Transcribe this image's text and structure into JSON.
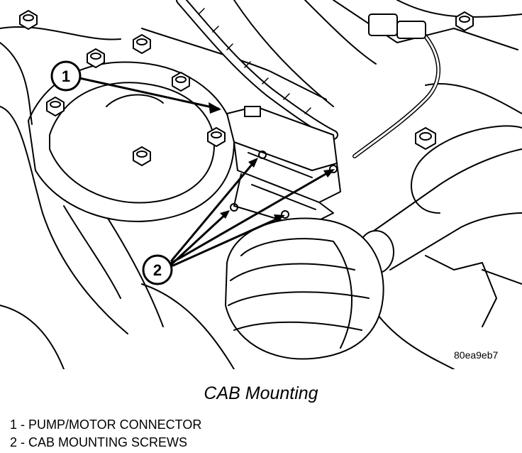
{
  "figure_id": "80ea9eb7",
  "caption": "CAB Mounting",
  "callouts": [
    {
      "number": "1"
    },
    {
      "number": "2"
    }
  ],
  "legend": [
    {
      "number": "1",
      "text": "1 - PUMP/MOTOR CONNECTOR"
    },
    {
      "number": "2",
      "text": "2 - CAB MOUNTING SCREWS"
    }
  ]
}
